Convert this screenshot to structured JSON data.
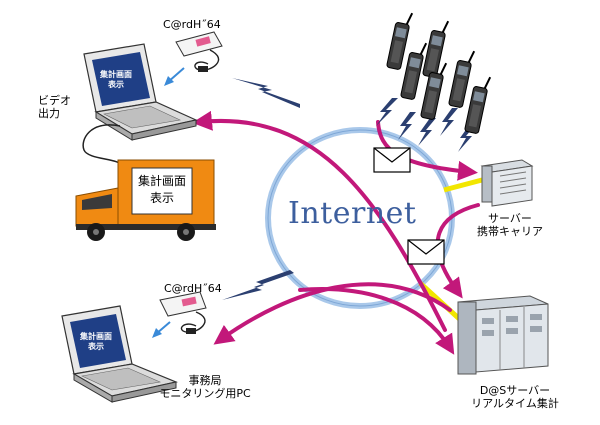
{
  "internet_label": "Internet",
  "card_top_label": "C@rdH˝64",
  "card_bottom_label": "C@rdH˝64",
  "laptop_top_screen": [
    "集計画面",
    "表示"
  ],
  "laptop_bottom_screen": [
    "集計画面",
    "表示"
  ],
  "video_out_label": [
    "ビデオ",
    "出力"
  ],
  "truck_sign": [
    "集計画面",
    "表示"
  ],
  "carrier_server_label": [
    "サーバー",
    "携帯キャリア"
  ],
  "office_pc_label": [
    "事務局",
    "モニタリング用PC"
  ],
  "ds_server_label": [
    "D@Sサーバー",
    "リアルタイム集計"
  ],
  "colors": {
    "arrow": "#c2187a",
    "link": "#f2e600",
    "globe": "#a9c8ea",
    "truck": "#f08a12",
    "lightning": "#2b3f70",
    "laptop_screen": "#1f3f86"
  }
}
